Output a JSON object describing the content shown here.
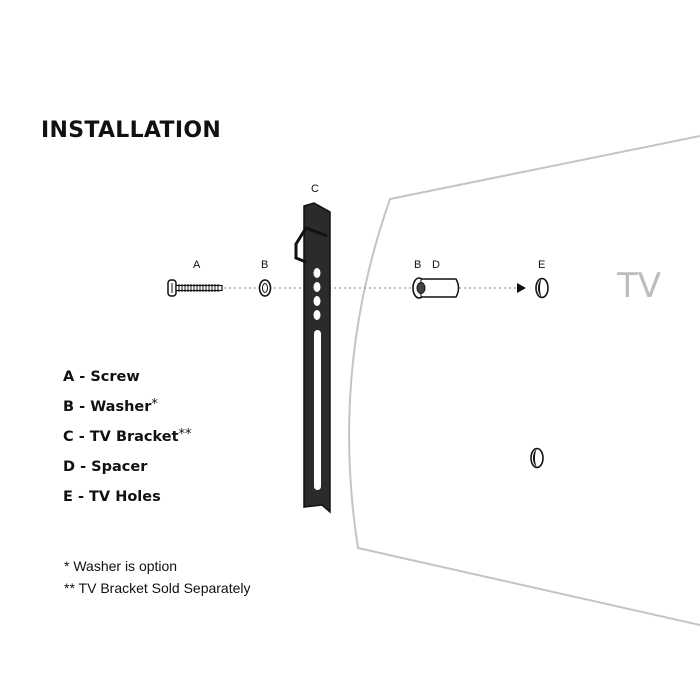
{
  "title": "INSTALLATION",
  "parts": [
    {
      "key": "A",
      "name": "Screw",
      "mark": ""
    },
    {
      "key": "B",
      "name": "Washer",
      "mark": "*"
    },
    {
      "key": "C",
      "name": "TV Bracket",
      "mark": "**"
    },
    {
      "key": "D",
      "name": "Spacer",
      "mark": ""
    },
    {
      "key": "E",
      "name": "TV Holes",
      "mark": ""
    }
  ],
  "legend_sep": " - ",
  "notes": [
    "* Washer is option",
    "** TV Bracket Sold Separately"
  ],
  "callouts": {
    "screw": "A",
    "washer": "B",
    "bracket": "C",
    "washer2": "B",
    "spacer": "D",
    "hole": "E"
  },
  "tv_label": "TV"
}
